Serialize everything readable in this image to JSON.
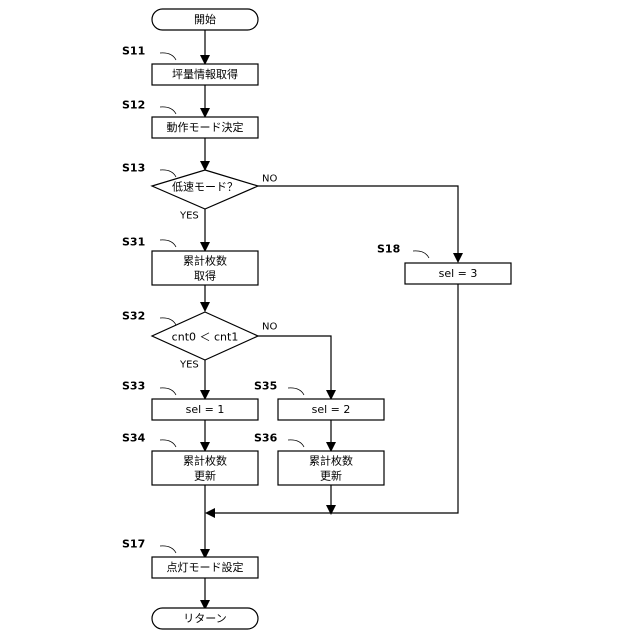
{
  "start": {
    "label": "開始"
  },
  "end": {
    "label": "リターン"
  },
  "steps": {
    "s11": {
      "id": "S11",
      "label": "坪量情報取得"
    },
    "s12": {
      "id": "S12",
      "label": "動作モード決定"
    },
    "s13": {
      "id": "S13",
      "label": "低速モード？",
      "yes": "YES",
      "no": "NO"
    },
    "s31": {
      "id": "S31",
      "line1": "累計枚数",
      "line2": "取得"
    },
    "s32": {
      "id": "S32",
      "label": "cnt0 ＜ cnt1",
      "yes": "YES",
      "no": "NO"
    },
    "s33": {
      "id": "S33",
      "label": "sel = 1"
    },
    "s35": {
      "id": "S35",
      "label": "sel = 2"
    },
    "s18": {
      "id": "S18",
      "label": "sel = 3"
    },
    "s34": {
      "id": "S34",
      "line1": "累計枚数",
      "line2": "更新"
    },
    "s36": {
      "id": "S36",
      "line1": "累計枚数",
      "line2": "更新"
    },
    "s17": {
      "id": "S17",
      "label": "点灯モード設定"
    }
  }
}
